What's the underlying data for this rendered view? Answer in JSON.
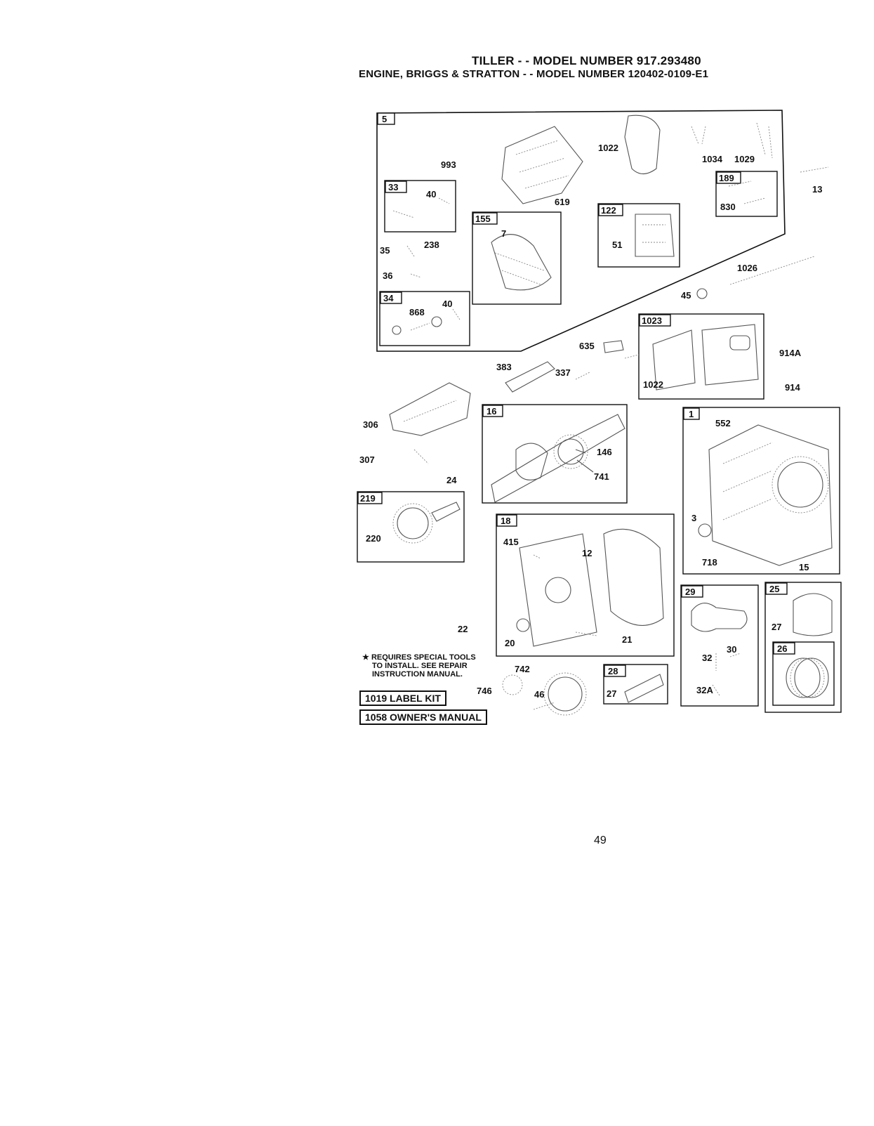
{
  "header": {
    "line1": "TILLER - - MODEL NUMBER 917.293480",
    "line2": "ENGINE, BRIGGS & STRATTON - - MODEL NUMBER 120402-0109-E1"
  },
  "groups": [
    {
      "id": "g5",
      "label": "5"
    },
    {
      "id": "g33",
      "label": "33"
    },
    {
      "id": "g34",
      "label": "34"
    },
    {
      "id": "g155",
      "label": "155"
    },
    {
      "id": "g122",
      "label": "122"
    },
    {
      "id": "g189",
      "label": "189"
    },
    {
      "id": "g1023",
      "label": "1023"
    },
    {
      "id": "g16",
      "label": "16"
    },
    {
      "id": "g1",
      "label": "1"
    },
    {
      "id": "g219",
      "label": "219"
    },
    {
      "id": "g18",
      "label": "18"
    },
    {
      "id": "g29",
      "label": "29"
    },
    {
      "id": "g25",
      "label": "25"
    },
    {
      "id": "g26",
      "label": "26"
    },
    {
      "id": "g28",
      "label": "28"
    }
  ],
  "callouts": [
    "993",
    "40",
    "238",
    "35",
    "36",
    "868",
    "40",
    "7",
    "619",
    "1022",
    "51",
    "1034",
    "1029",
    "830",
    "13",
    "1026",
    "45",
    "635",
    "383",
    "337",
    "1022",
    "914A",
    "914",
    "306",
    "307",
    "24",
    "146",
    "741",
    "552",
    "220",
    "415",
    "12",
    "3",
    "718",
    "15",
    "22",
    "20",
    "21",
    "742",
    "746",
    "46",
    "27",
    "32",
    "30",
    "32A",
    "27"
  ],
  "note": {
    "star": "★",
    "lines": [
      "REQUIRES SPECIAL TOOLS",
      "TO INSTALL. SEE REPAIR",
      "INSTRUCTION MANUAL."
    ]
  },
  "kits": [
    "1019 LABEL KIT",
    "1058 OWNER'S MANUAL"
  ],
  "page_number": "49"
}
